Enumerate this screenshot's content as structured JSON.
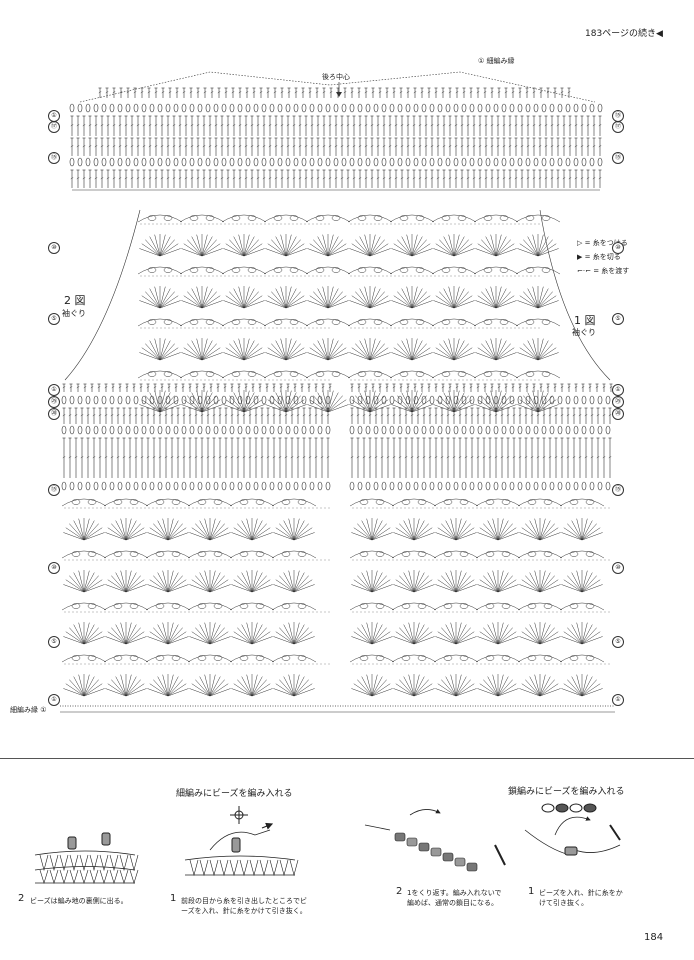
{
  "header": {
    "continued_from": "183ページの続き◀"
  },
  "chart": {
    "center_back_label": "後ろ中心",
    "edge_stitch_label_top": "① 細編み縁",
    "edge_stitch_label_bottom": "細編み縁 ①",
    "figure2_title": "2 図",
    "figure2_sub": "袖ぐり",
    "figure1_title": "1 図",
    "figure1_sub": "袖ぐり",
    "legend": [
      {
        "symbol": "▷",
        "text": "= 糸をつける"
      },
      {
        "symbol": "▶",
        "text": "= 糸を切る"
      },
      {
        "symbol": "⌐·⌐",
        "text": "= 糸を渡す"
      }
    ],
    "row_markers_left": [
      "①",
      "⑰",
      "⑮",
      "⑩",
      "⑤",
      "①",
      "㉕",
      "⑳",
      "⑮",
      "⑩",
      "⑤",
      "①"
    ],
    "row_markers_right": [
      "⑮",
      "⑰",
      "⑮",
      "⑩",
      "⑤",
      "①",
      "㉕",
      "⑳",
      "⑮",
      "⑩",
      "⑤",
      "①"
    ]
  },
  "instructions": {
    "sc_bead_title": "細編みにビーズを編み入れる",
    "chain_bead_title": "鎖編みにビーズを編み入れる",
    "step2_left_num": "2",
    "step2_left": "ビーズは編み地の裏側に出る。",
    "step1_left_num": "1",
    "step1_left": "前段の目から糸を引き出したところでビーズを入れ、針に糸をかけて引き抜く。",
    "step2_right_num": "2",
    "step2_right": "1をくり返す。編み入れないで編めば、通常の鎖目になる。",
    "step1_right_num": "1",
    "step1_right": "ビーズを入れ、針に糸をかけて引き抜く。"
  },
  "footer": {
    "page_number": "184"
  }
}
